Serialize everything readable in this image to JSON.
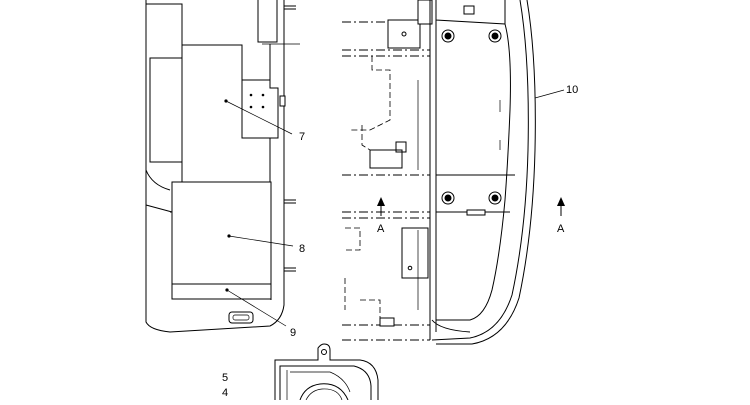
{
  "callouts": {
    "c4": "4",
    "c5": "5",
    "c7": "7",
    "c8": "8",
    "c9": "9",
    "c10": "10"
  },
  "section_markers": {
    "left_label": "A",
    "right_label": "A"
  }
}
